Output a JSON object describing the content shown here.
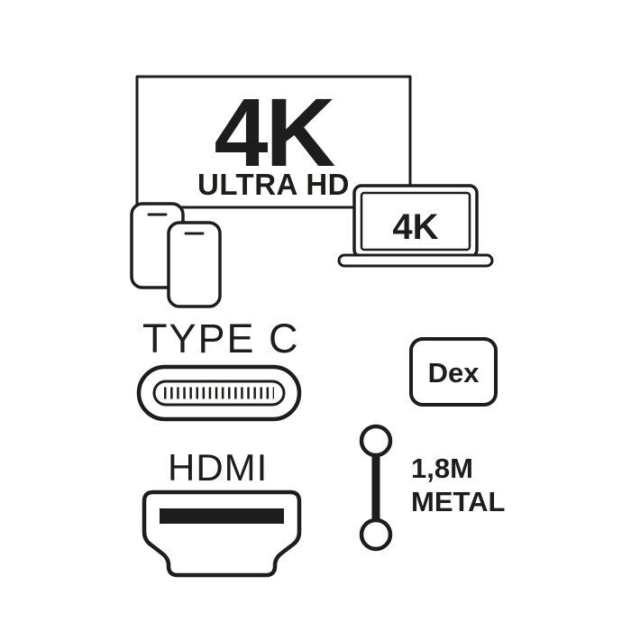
{
  "colors": {
    "ink": "#1d1d1b",
    "background": "#ffffff"
  },
  "monitor": {
    "resolution": "4K",
    "subtitle": "ULTRA HD"
  },
  "laptop": {
    "screen_label": "4K"
  },
  "usb": {
    "label": "TYPE C"
  },
  "dex": {
    "label": "Dex"
  },
  "hdmi": {
    "label": "HDMI"
  },
  "cable": {
    "length": "1,8M",
    "material": "METAL"
  }
}
